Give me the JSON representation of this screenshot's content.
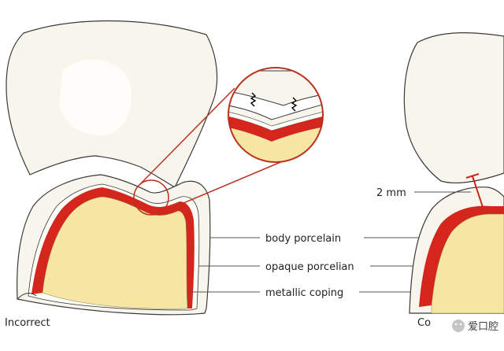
{
  "labels": {
    "body_porcelain": "body porcelain",
    "opaque_porcelain": "opaque porcelian",
    "metallic_coping": "metallic coping",
    "measurement": "2 mm",
    "left_caption": "Incorrect",
    "right_caption": "Co"
  },
  "watermark": {
    "text": "爱口腔",
    "icon": "wechat-icon"
  },
  "colors": {
    "porcelain": "#f8f6ec",
    "dentin": "#f6e5a3",
    "coping": "#d4261c",
    "outline": "#3a3a3a",
    "leader": "#555555"
  }
}
